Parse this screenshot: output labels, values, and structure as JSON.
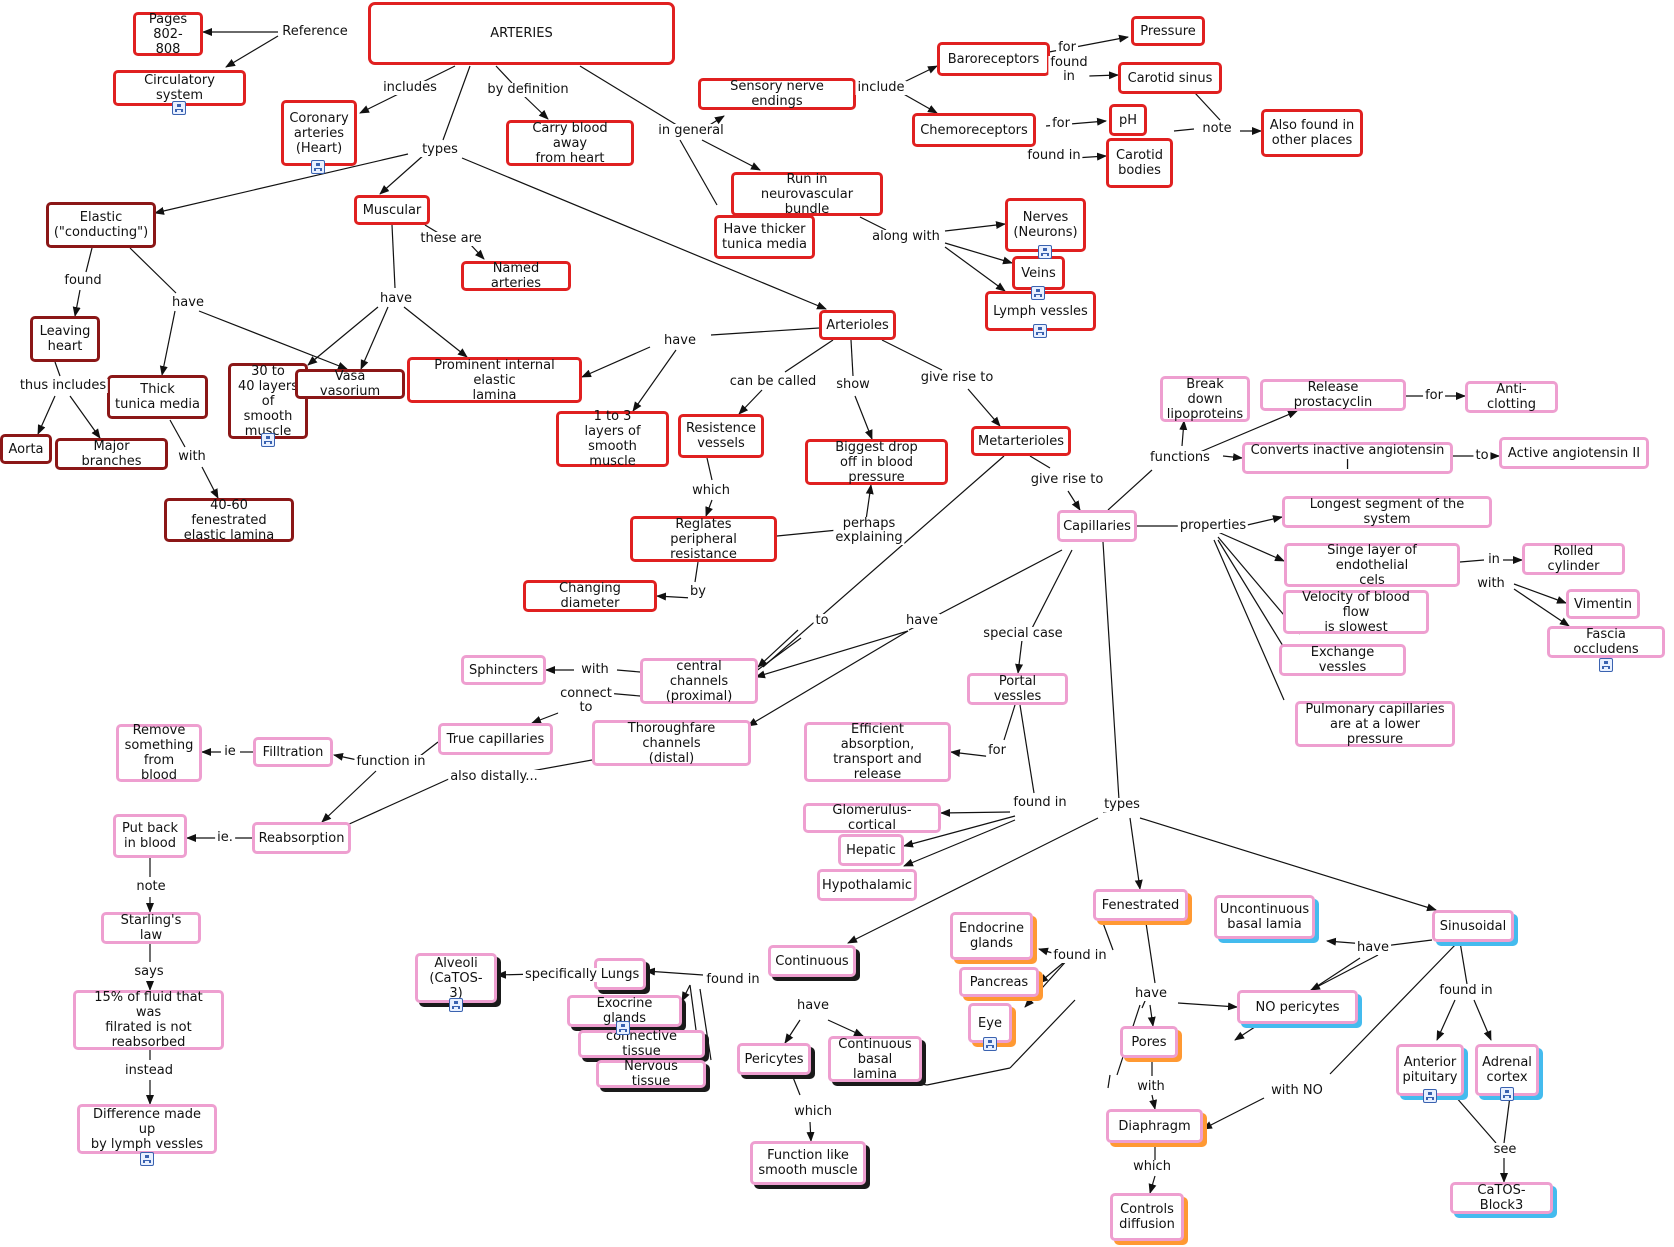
{
  "colors": {
    "primary": "#e02020",
    "dark": "#8b1717",
    "pink": "#ee9fd0",
    "line": "#111111"
  },
  "nodes": {
    "arteries": "ARTERIES",
    "pages": "Pages\n802-808",
    "circulatory": "Circulatory system",
    "coronary": "Coronary\narteries\n(Heart)",
    "carry_blood": "Carry blood away\nfrom heart",
    "sensory": "Sensory nerve endings",
    "baroreceptors": "Baroreceptors",
    "pressure": "Pressure",
    "carotid_sinus": "Carotid sinus",
    "chemoreceptors": "Chemoreceptors",
    "ph": "pH",
    "carotid_bodies": "Carotid\nbodies",
    "also_found": "Also found in\nother places",
    "neurovascular": "Run in neurovascular\nbundle",
    "thicker_media": "Have thicker\ntunica media",
    "nerves": "Nerves\n(Neurons)",
    "veins": "Veins",
    "lymph": "Lymph vessles",
    "elastic": "Elastic\n(\"conducting\")",
    "muscular": "Muscular",
    "named_arteries": "Named arteries",
    "leaving_heart": "Leaving\nheart",
    "thick_media": "Thick\ntunica media",
    "layers_30_40": "30 to\n40 layers\nof smooth\nmuscle",
    "vasa_vasorum": "Vasa vasorium",
    "prominent_lamina": "Prominent internal elastic\nlamina",
    "aorta": "Aorta",
    "major_branches": "Major branches",
    "fenestrated_lamina": "40-60 fenestrated\nelastic lamina",
    "arterioles": "Arterioles",
    "layers_1_3": "1 to 3\nlayers of\nsmooth muscle",
    "resistance": "Resistence\nvessels",
    "biggest_drop": "Biggest drop\noff in blood pressure",
    "metarterioles": "Metarterioles",
    "regulates": "Reglates\nperipheral resistance",
    "changing_diameter": "Changing diameter",
    "break_down": "Break down\nlipoproteins",
    "prostacyclin": "Release prostacyclin",
    "anti_clotting": "Anti-clotting",
    "angiotensin_conv": "Converts inactive angiotensin I",
    "angiotensin_2": "Active angiotensin II",
    "capillaries": "Capillaries",
    "longest": "Longest segment of the system",
    "single_layer": "Singe layer of endothelial\ncels",
    "rolled_cylinder": "Rolled cylinder",
    "velocity": "Velocity of blood flow\nis slowest",
    "vimentin": "Vimentin",
    "fascia": "Fascia occludens",
    "exchange": "Exchange vessles",
    "pulmonary": "Pulmonary capillaries\nare at a lower pressure",
    "sphincters": "Sphincters",
    "central_channels": "central channels\n(proximal)",
    "true_capillaries": "True capillaries",
    "thoroughfare": "Thoroughfare channels\n(distal)",
    "remove": "Remove\nsomething\nfrom blood",
    "filtration": "Filltration",
    "reabsorption": "Reabsorption",
    "put_back": "Put back\nin blood",
    "starling": "Starling's law",
    "fifteen": "15% of fluid that was\nfilrated is not\nreabsorbed",
    "difference": "Difference made up\nby lymph vessles",
    "portal": "Portal vessles",
    "efficient": "Efficient\nabsorption,\ntransport and release",
    "glomerulus": "Glomerulus-cortical",
    "hepatic": "Hepatic",
    "hypothalamic": "Hypothalamic",
    "alveoli": "Alveoli\n(CaTOS-3)",
    "lungs": "Lungs",
    "exocrine": "Exocrine glands",
    "connective": "connective tissue",
    "nervous": "Nervous tissue",
    "continuous": "Continuous",
    "pericytes": "Pericytes",
    "cont_basal": "Continuous\nbasal lamina",
    "function_like": "Function like\nsmooth muscle",
    "endocrine": "Endocrine\nglands",
    "pancreas": "Pancreas",
    "eye": "Eye",
    "fenestrated": "Fenestrated",
    "pores": "Pores",
    "diaphragm": "Diaphragm",
    "controls": "Controls\ndiffusion",
    "uncontinuous": "Uncontinuous\nbasal lamia",
    "no_pericytes": "NO pericytes",
    "sinusoidal": "Sinusoidal",
    "anterior_pit": "Anterior\npituitary",
    "adrenal": "Adrenal\ncortex",
    "catos_block": "CaTOS-Block3"
  },
  "links": {
    "reference": "Reference",
    "includes": "includes",
    "by_definition": "by definition",
    "in_general": "in general",
    "include": "include",
    "for": "for",
    "found_in": "found\nin",
    "found_in2": "found in",
    "note": "note",
    "along_with": "along with",
    "types": "types",
    "these_are": "these are",
    "found": "found",
    "have": "have",
    "thus_includes": "thus includes",
    "with": "with",
    "can_be_called": "can be called",
    "show": "show",
    "give_rise_to": "give rise to",
    "which": "which",
    "perhaps_explaining": "perhaps\nexplaining",
    "by": "by",
    "functions": "functions",
    "properties": "properties",
    "in": "in",
    "to": "to",
    "special_case": "special case",
    "connect_to": "connect\nto",
    "function_in": "function in",
    "ie": "ie",
    "ie_dot": "ie.",
    "also_distally": "also distally...",
    "says": "says",
    "instead": "instead",
    "specifically": "specifically",
    "with_no": "with NO",
    "see": "see"
  }
}
